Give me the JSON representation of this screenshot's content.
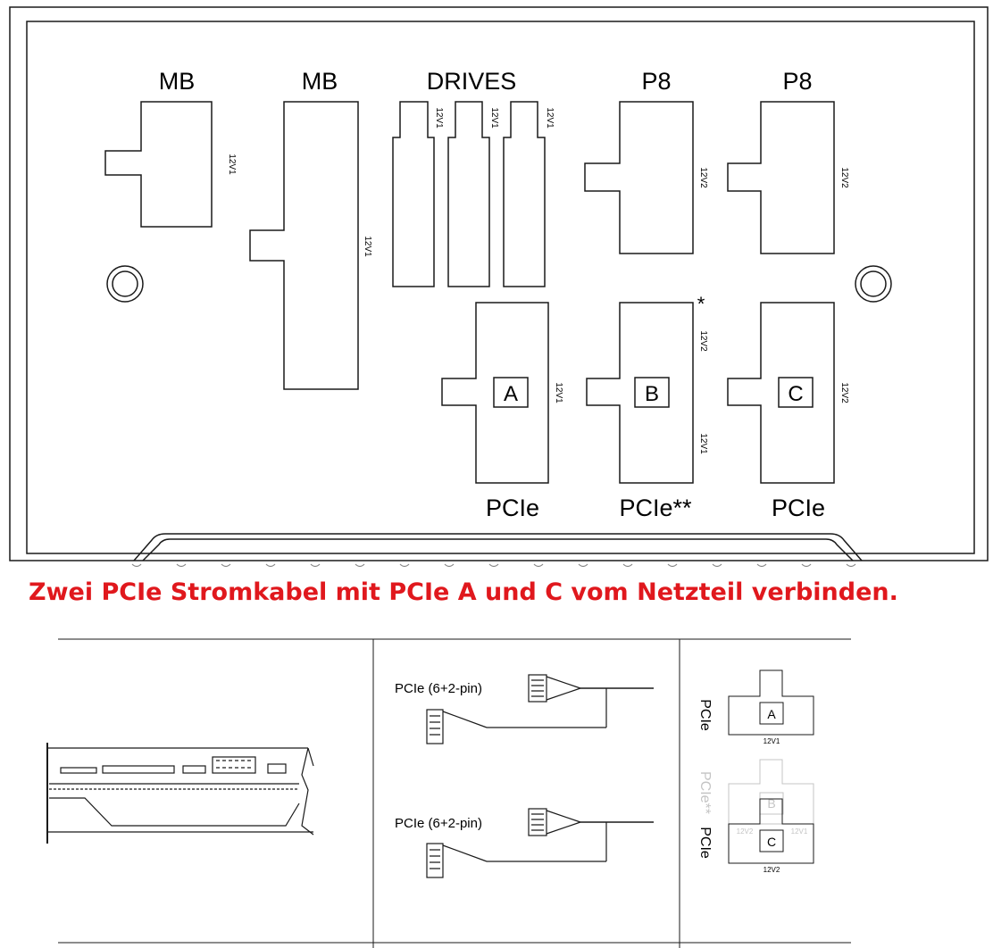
{
  "psu": {
    "mb_label_1": "MB",
    "mb_label_2": "MB",
    "drives_label": "DRIVES",
    "p8_label_1": "P8",
    "p8_label_2": "P8",
    "rail_12v1": "12V1",
    "rail_12v2": "12V2",
    "port_a": "A",
    "port_b": "B",
    "port_c": "C",
    "pcie_a_label": "PCIe",
    "pcie_b_label": "PCIe**",
    "pcie_c_label": "PCIe",
    "asterisk": "*"
  },
  "caption": "Zwei PCIe Stromkabel mit PCIe A und C vom Netzteil verbinden.",
  "table": {
    "cable_1": "PCIe (6+2-pin)",
    "cable_2": "PCIe (6+2-pin)",
    "mini_pcie_a": "PCIe",
    "mini_pcie_b": "PCIe**",
    "mini_pcie_c": "PCIe",
    "mini_a": "A",
    "mini_b": "B",
    "mini_c": "C",
    "mini_rail_a": "12V1",
    "mini_rail_b_left": "12V2",
    "mini_rail_b_right": "12V1",
    "mini_rail_c": "12V2"
  },
  "colors": {
    "caption": "#e0181d",
    "line": "#1a1a1a",
    "faded": "#c4c4c4"
  }
}
